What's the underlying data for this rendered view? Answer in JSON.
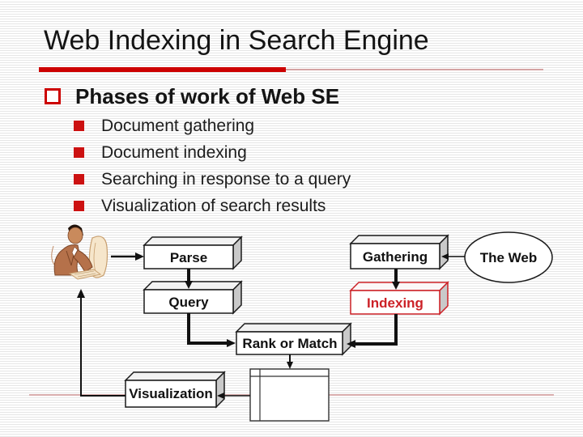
{
  "slide": {
    "title": "Web Indexing in Search Engine",
    "bullet_level1": "Phases of work of Web SE",
    "bullet_level2": [
      "Document gathering",
      "Document indexing",
      "Searching in response to a query",
      "Visualization of search results"
    ]
  },
  "diagram": {
    "nodes": {
      "parse": "Parse",
      "query": "Query",
      "gathering": "Gathering",
      "indexing": "Indexing",
      "rank": "Rank or Match",
      "visualization": "Visualization",
      "web": "The Web"
    },
    "icons": {
      "person": "person-at-computer-icon"
    }
  },
  "colors": {
    "accent_red": "#cc0000",
    "indexing_red": "#cc2127",
    "pinstripe_gray": "#e6e6e6",
    "thin_rule_pink": "#d4a3a3"
  }
}
